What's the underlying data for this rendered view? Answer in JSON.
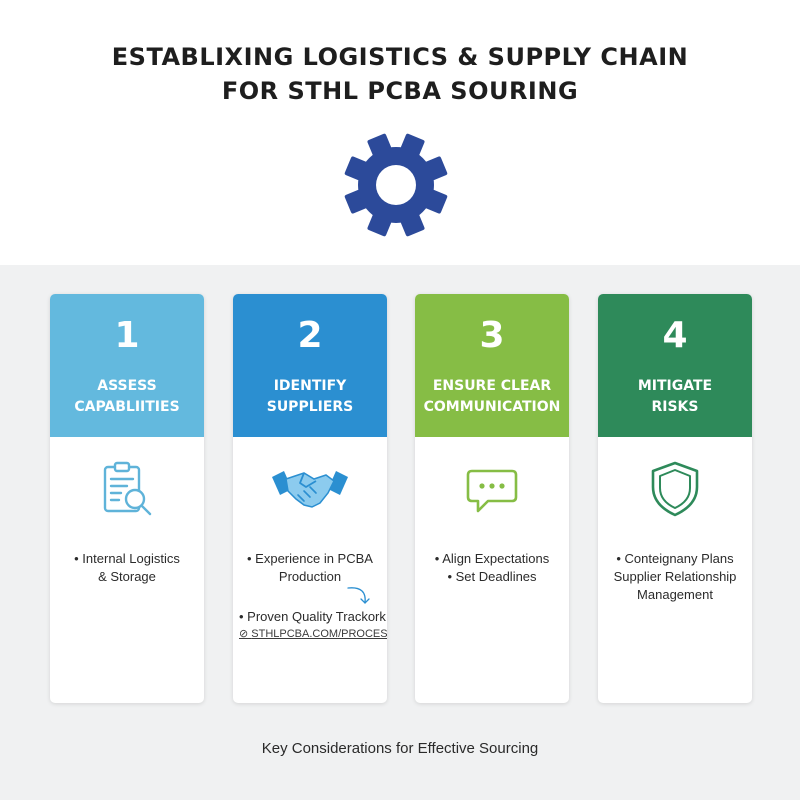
{
  "title": {
    "line1": "ESTABLIXING LOGISTICS & SUPPLY CHAIN",
    "line2": "FOR STHL PCBA SOURING"
  },
  "header_icon": "gear-icon",
  "colors": {
    "step1": "#63b9de",
    "step2": "#2b8fd1",
    "step3": "#86bd45",
    "step4": "#2e8a5a",
    "gear": "#2c4a9a"
  },
  "steps": [
    {
      "number": "1",
      "label_line1": "ASSESS",
      "label_line2": "CAPABLIITIES",
      "icon": "clipboard-search-icon",
      "bullets": [
        "• Internal Logistics",
        "& Storage"
      ]
    },
    {
      "number": "2",
      "label_line1": "IDENTIFY",
      "label_line2": "SUPPLIERS",
      "icon": "handshake-icon",
      "bullets": [
        "• Experience in PCBA",
        "Production"
      ],
      "extra_bullet": "• Proven Quality Trackork",
      "link": "STHLPCBA.COM/PROCESS"
    },
    {
      "number": "3",
      "label_line1": "ENSURE CLEAR",
      "label_line2": "COMMUNICATION",
      "icon": "chat-bubble-icon",
      "bullets": [
        "• Align Expectations",
        "• Set Deadlines"
      ]
    },
    {
      "number": "4",
      "label_line1": "MITIGATE",
      "label_line2": "RISKS",
      "icon": "shield-icon",
      "bullets": [
        "• Conteignany Plans",
        "Supplier Relationship",
        "Management"
      ]
    }
  ],
  "footer": "Key Considerations for Effective Sourcing"
}
